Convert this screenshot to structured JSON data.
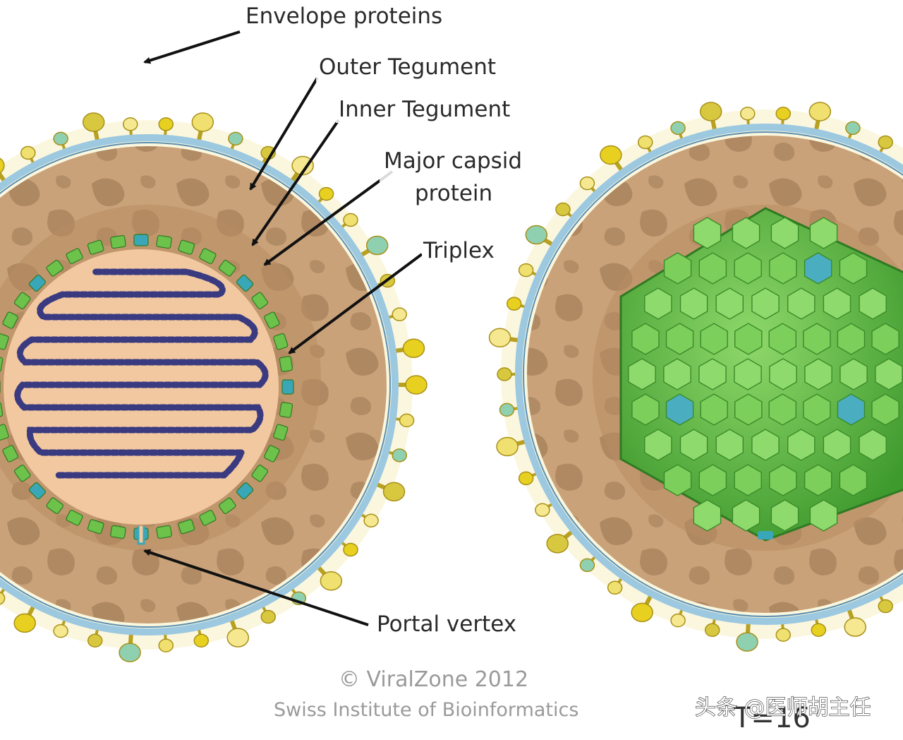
{
  "labels": {
    "envelope_proteins": "Envelope proteins",
    "outer_tegument": "Outer Tegument",
    "inner_tegument": "Inner Tegument",
    "major_capsid_line1": "Major capsid",
    "major_capsid_line2": "protein",
    "triplex": "Triplex",
    "portal_vertex": "Portal vertex"
  },
  "credits": {
    "line1": "© ViralZone 2012",
    "line2": "Swiss Institute of Bioinformatics"
  },
  "watermark": "头条 @医师胡主任",
  "partial_text": "T=16",
  "colors": {
    "tegument": "#c9a27a",
    "tegument_dark": "#a57e58",
    "capsid_green": "#6cc24a",
    "triplex_teal": "#3aa7b8",
    "envelope_yellow": "#e8d020",
    "membrane_blue": "#9cc8e0",
    "dna_purple": "#3a3a80",
    "core_peach": "#f2c8a0"
  }
}
